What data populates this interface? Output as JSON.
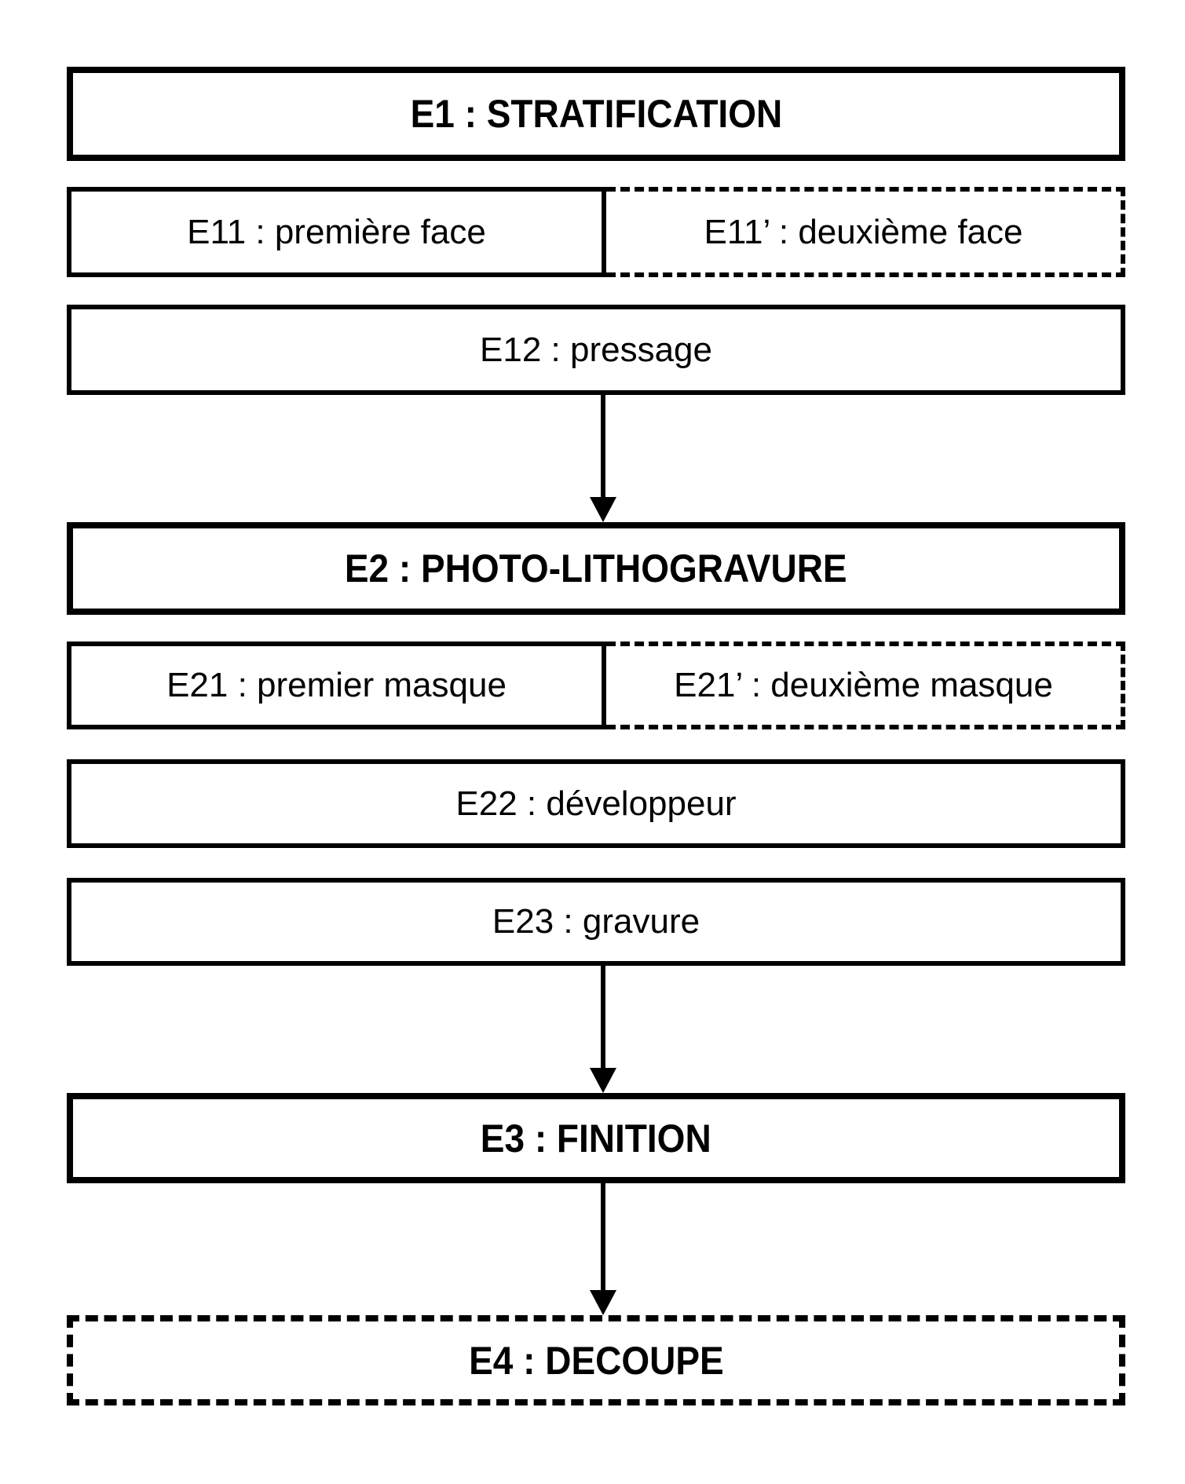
{
  "colors": {
    "ink": "#000000",
    "paper": "#ffffff"
  },
  "flowchart": {
    "boxes": {
      "e1": {
        "label": "E1 : STRATIFICATION",
        "emphasis": "bold",
        "border": "thick-solid"
      },
      "e11": {
        "label": "E11 : première face",
        "emphasis": "regular",
        "border": "solid"
      },
      "e11_prime": {
        "label": "E11’ : deuxième face",
        "emphasis": "regular",
        "border": "dashed"
      },
      "e12": {
        "label": "E12 : pressage",
        "emphasis": "regular",
        "border": "solid"
      },
      "e2": {
        "label": "E2 : PHOTO-LITHOGRAVURE",
        "emphasis": "bold",
        "border": "thick-solid"
      },
      "e21": {
        "label": "E21 : premier masque",
        "emphasis": "regular",
        "border": "solid"
      },
      "e21_prime": {
        "label": "E21’ : deuxième masque",
        "emphasis": "regular",
        "border": "dashed"
      },
      "e22": {
        "label": "E22 : développeur",
        "emphasis": "regular",
        "border": "solid"
      },
      "e23": {
        "label": "E23 : gravure",
        "emphasis": "regular",
        "border": "solid"
      },
      "e3": {
        "label": "E3 : FINITION",
        "emphasis": "bold",
        "border": "thick-solid"
      },
      "e4": {
        "label": "E4 : DECOUPE",
        "emphasis": "bold",
        "border": "thick-dashed"
      }
    },
    "arrows": [
      {
        "from": "E12 : pressage",
        "to": "E2 : PHOTO-LITHOGRAVURE"
      },
      {
        "from": "E23 : gravure",
        "to": "E3 : FINITION"
      },
      {
        "from": "E3 : FINITION",
        "to": "E4 : DECOUPE"
      }
    ]
  }
}
